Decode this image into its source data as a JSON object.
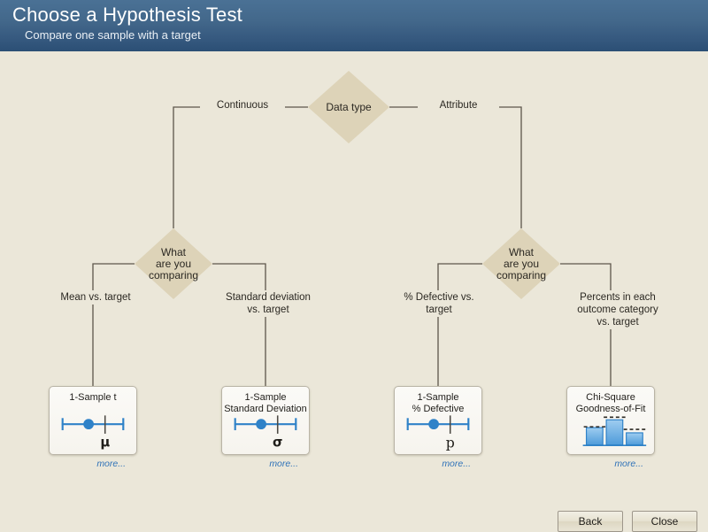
{
  "header": {
    "title": "Choose a Hypothesis Test",
    "subtitle": "Compare one sample with a target"
  },
  "colors": {
    "header_top": "#4a7195",
    "header_bottom": "#2b4f75",
    "background": "#ebe7d9",
    "diamond_fill": "#ddd3b8",
    "connector": "#5d564b",
    "accent_blue": "#2f82c8",
    "link_blue": "#2f72b8",
    "card_fill": "#faf9f5",
    "card_border": "#b9b4a6"
  },
  "flow": {
    "root": {
      "label": "Data type"
    },
    "branches": [
      {
        "name": "continuous",
        "label": "Continuous"
      },
      {
        "name": "attribute",
        "label": "Attribute"
      }
    ],
    "decisions": [
      {
        "name": "continuous-decision",
        "label": "What\nare you\ncomparing"
      },
      {
        "name": "attribute-decision",
        "label": "What\nare you\ncomparing"
      }
    ],
    "leaf_labels": [
      {
        "name": "mean-vs-target",
        "label": "Mean vs. target"
      },
      {
        "name": "stdev-vs-target",
        "label": "Standard deviation\nvs. target"
      },
      {
        "name": "defective-vs-target",
        "label": "% Defective vs.\ntarget"
      },
      {
        "name": "percents-vs-target",
        "label": "Percents in each\noutcome category\nvs. target"
      }
    ]
  },
  "cards": [
    {
      "name": "one-sample-t",
      "title": "1-Sample t",
      "icon": "interval-plot-icon",
      "symbol": "μ",
      "more_label": "more..."
    },
    {
      "name": "one-sample-standard-deviation",
      "title": "1-Sample\nStandard Deviation",
      "icon": "interval-plot-icon",
      "symbol": "σ",
      "more_label": "more..."
    },
    {
      "name": "one-sample-percent-defective",
      "title": "1-Sample\n% Defective",
      "icon": "interval-plot-icon",
      "symbol": "p",
      "more_label": "more..."
    },
    {
      "name": "chi-square-goodness-of-fit",
      "title": "Chi-Square\nGoodness-of-Fit",
      "icon": "bar-chart-icon",
      "symbol": "",
      "more_label": "more..."
    }
  ],
  "footer": {
    "back_label": "Back",
    "close_label": "Close"
  }
}
